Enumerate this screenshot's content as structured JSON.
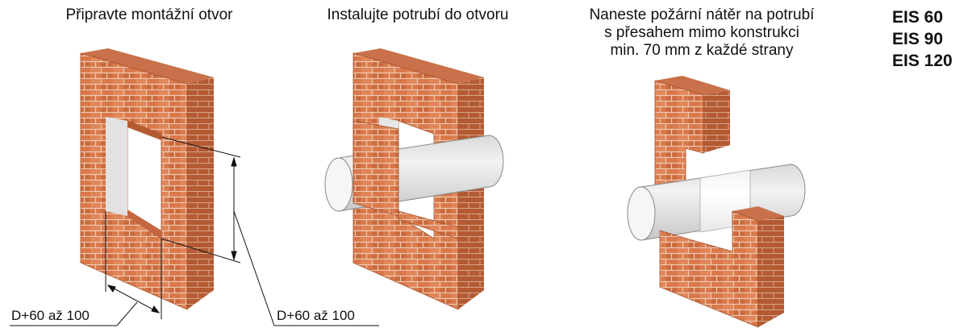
{
  "steps": [
    {
      "caption": "Připravte montážní otvor"
    },
    {
      "caption": "Instalujte potrubí do otvoru"
    },
    {
      "caption_lines": [
        "Naneste požární nátěr na potrubí",
        "s přesahem mimo konstrukci",
        "min. 70 mm z každé strany"
      ]
    }
  ],
  "ratings": [
    "EIS 60",
    "EIS 90",
    "EIS 120"
  ],
  "dimensions": {
    "width_label": "D+60 až 100",
    "height_label": "D+60 až 100"
  },
  "colors": {
    "brick": "#d9784a",
    "brick_dark": "#b45a32",
    "mortar": "#efc9b0",
    "pipe": "#e9e9e9",
    "coating": "#ffffff"
  }
}
